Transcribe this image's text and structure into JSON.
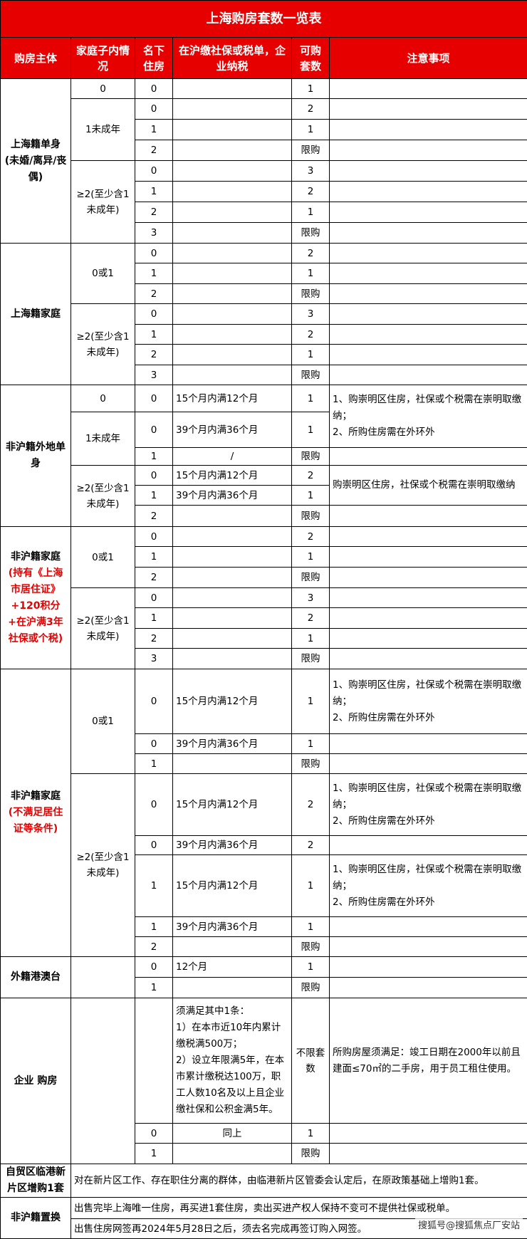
{
  "title": "上海购房套数一览表",
  "headers": [
    "购房主体",
    "家庭子内情况",
    "名下住房",
    "在沪缴社保或税单，企业纳税",
    "可购套数",
    "注意事项"
  ],
  "groups": {
    "sh_single": "上海籍单身(未婚/离异/丧偶)",
    "sh_family": "上海籍家庭",
    "nonsh_single": "非沪籍外地单身",
    "nonsh_family_a": {
      "name": "非沪籍家庭",
      "cond": "(持有《上海市居住证》+120积分+在沪满3年社保或个税)"
    },
    "nonsh_family_b": {
      "name": "非沪籍家庭",
      "cond": "(不满足居住证等条件)"
    },
    "foreign": "外籍港澳台",
    "enterprise": "企业 购房",
    "lingang": "自贸区临港新片区增购1套",
    "replace": "非沪籍置换"
  },
  "kids": {
    "zero": "0",
    "one": "1未成年",
    "zero_or_one": "0或1",
    "two_plus": "≥2(至少含1未成年)"
  },
  "vals": {
    "n0": "0",
    "n1": "1",
    "n2": "2",
    "n3": "3",
    "limit": "限购",
    "slash": "/",
    "same": "同上",
    "unlimited": "不限套数"
  },
  "tax": {
    "t12in15": "15个月内满12个月",
    "t36in39": "39个月内满36个月",
    "t12": "12个月",
    "enterprise": "须满足其中1条：\n1）在本市近10年内累计缴税满500万；\n2）设立年限满5年，在本市累计缴税达100万，职工人数10名及以上且企业缴社保和公积金满5年。"
  },
  "notes": {
    "chongming_two": "1、购崇明区住房，社保或个税需在崇明取缴纳；\n2、所购住房需在外环外",
    "chongming_one": "购崇明区住房，社保或个税需在崇明取缴纳",
    "enterprise": "所购房屋须满足：竣工日期在2000年以前且建面≤70㎡的二手房，用于员工租住使用。",
    "lingang": "对在新片区工作、存在职住分离的群体，由临港新片区管委会认定后，在原政策基础上增购1套。",
    "replace1": "出售完毕上海唯一住房，再买进1套住房，卖出买进产权人保持不变可不提供社保或税单。",
    "replace2": "出售住房网签再2024年5月28日之后，须去名完成再签订购入网签。"
  },
  "watermark": "搜狐号@搜狐焦点厂安站"
}
